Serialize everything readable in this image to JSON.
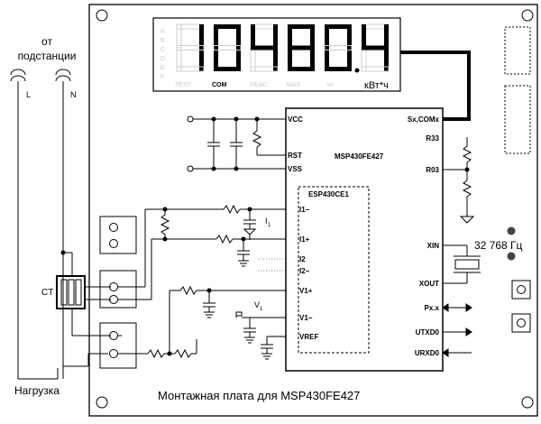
{
  "source": {
    "line1": "от",
    "line2": "подстанции",
    "l": "L",
    "n": "N"
  },
  "load_label": "Нагрузка",
  "ct_label": "CT",
  "lcd": {
    "left_icons": [
      "A",
      "B",
      "C",
      "D",
      "E",
      "F"
    ],
    "digits": "104804",
    "bottom_labels": [
      "TEST",
      "COM",
      "REAC",
      "MAX",
      "RP"
    ],
    "unit": "кВт*ч"
  },
  "mcu": {
    "name": "MSP430FE427",
    "pins_left": {
      "vcc": "VCC",
      "rst": "RST",
      "vss": "VSS"
    },
    "pins_right": {
      "sx": "Sx,COMx",
      "r33": "R33",
      "r03": "R03",
      "xin": "XIN",
      "xout": "XOUT",
      "pxx": "Px.x",
      "utxd": "UTXD0",
      "urxd": "URXD0"
    }
  },
  "esp": {
    "name": "ESP430CE1",
    "pins": [
      "I1−",
      "I1+",
      "I2",
      "I2−",
      "V1+",
      "V1−",
      "VREF"
    ]
  },
  "labels": {
    "i1": "I",
    "i1_sub": "1",
    "v1": "V",
    "v1_sub": "1"
  },
  "crystal": "32 768 Гц",
  "caption": "Монтажная плата для MSP430FE427"
}
